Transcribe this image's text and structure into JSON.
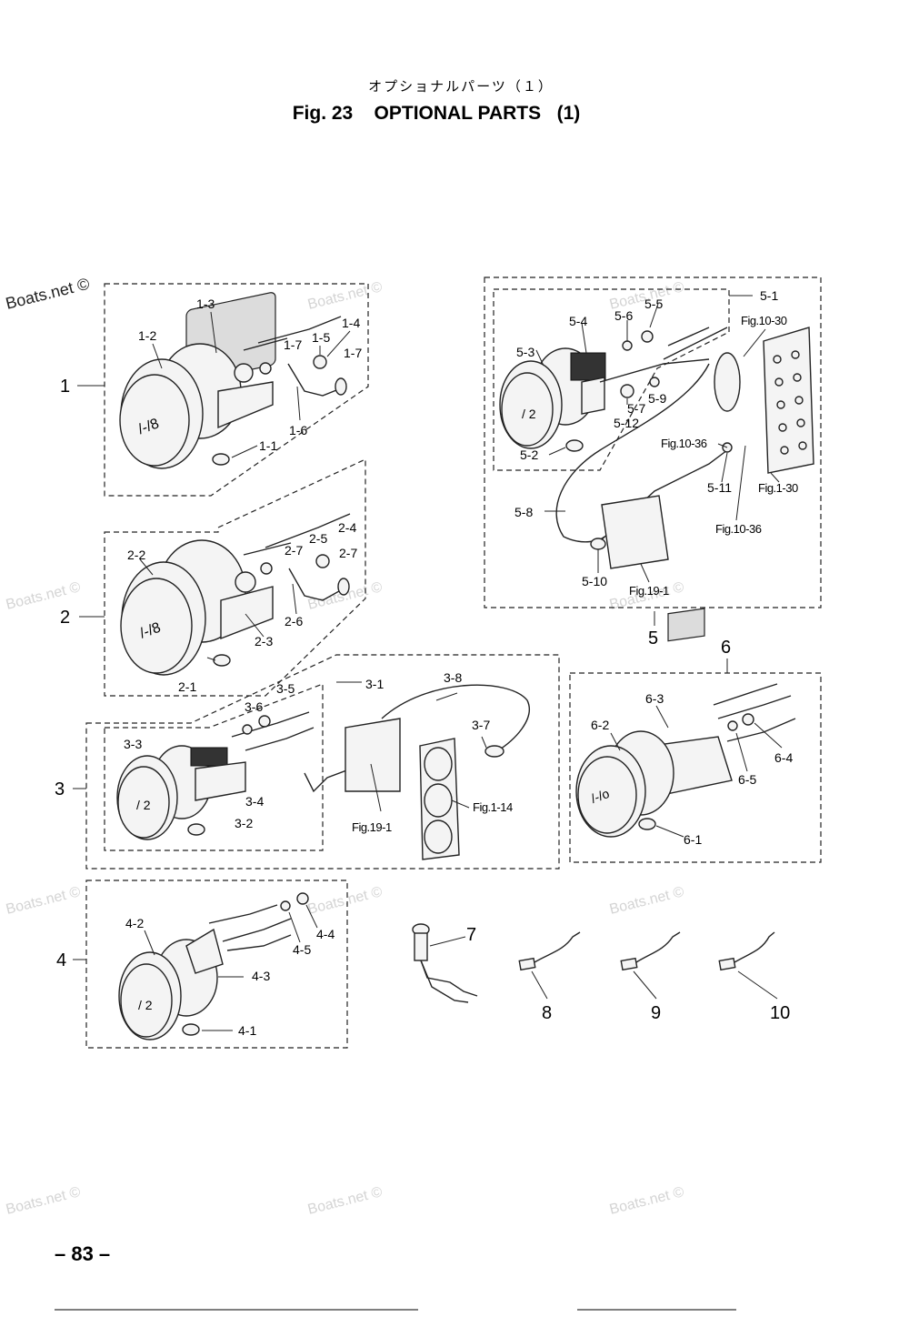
{
  "header": {
    "title_jp": "オプショナルパーツ（１）",
    "title": "Fig. 23    OPTIONAL PARTS   (1)"
  },
  "watermark": "Boats.net ©",
  "groups": {
    "g1": "1",
    "g2": "2",
    "g3": "3",
    "g4": "4",
    "g5": "5",
    "g6": "6",
    "g7": "7",
    "g8": "8",
    "g9": "9",
    "g10": "10"
  },
  "labels": {
    "l1_1": "1-1",
    "l1_2": "1-2",
    "l1_3": "1-3",
    "l1_4": "1-4",
    "l1_5": "1-5",
    "l1_6": "1-6",
    "l1_7a": "1-7",
    "l1_7b": "1-7",
    "l2_1": "2-1",
    "l2_2": "2-2",
    "l2_3": "2-3",
    "l2_4": "2-4",
    "l2_5": "2-5",
    "l2_6": "2-6",
    "l2_7a": "2-7",
    "l2_7b": "2-7",
    "l3_1": "3-1",
    "l3_2": "3-2",
    "l3_3": "3-3",
    "l3_4": "3-4",
    "l3_5": "3-5",
    "l3_6": "3-6",
    "l3_7": "3-7",
    "l3_8": "3-8",
    "l4_1": "4-1",
    "l4_2": "4-2",
    "l4_3": "4-3",
    "l4_4": "4-4",
    "l4_5": "4-5",
    "l5_1": "5-1",
    "l5_2": "5-2",
    "l5_3": "5-3",
    "l5_4": "5-4",
    "l5_5": "5-5",
    "l5_6": "5-6",
    "l5_7": "5-7",
    "l5_8": "5-8",
    "l5_9": "5-9",
    "l5_10": "5-10",
    "l5_11": "5-11",
    "l5_12": "5-12",
    "l6_1": "6-1",
    "l6_2": "6-2",
    "l6_3": "6-3",
    "l6_4": "6-4",
    "l6_5": "6-5"
  },
  "refs": {
    "fig10_30": "Fig.10-30",
    "fig10_36a": "Fig.10-36",
    "fig10_36b": "Fig.10-36",
    "fig1_30": "Fig.1-30",
    "fig19_1a": "Fig.19-1",
    "fig19_1b": "Fig.19-1",
    "fig1_14": "Fig.1-14"
  },
  "footer": {
    "page_number": "– 83 –"
  }
}
